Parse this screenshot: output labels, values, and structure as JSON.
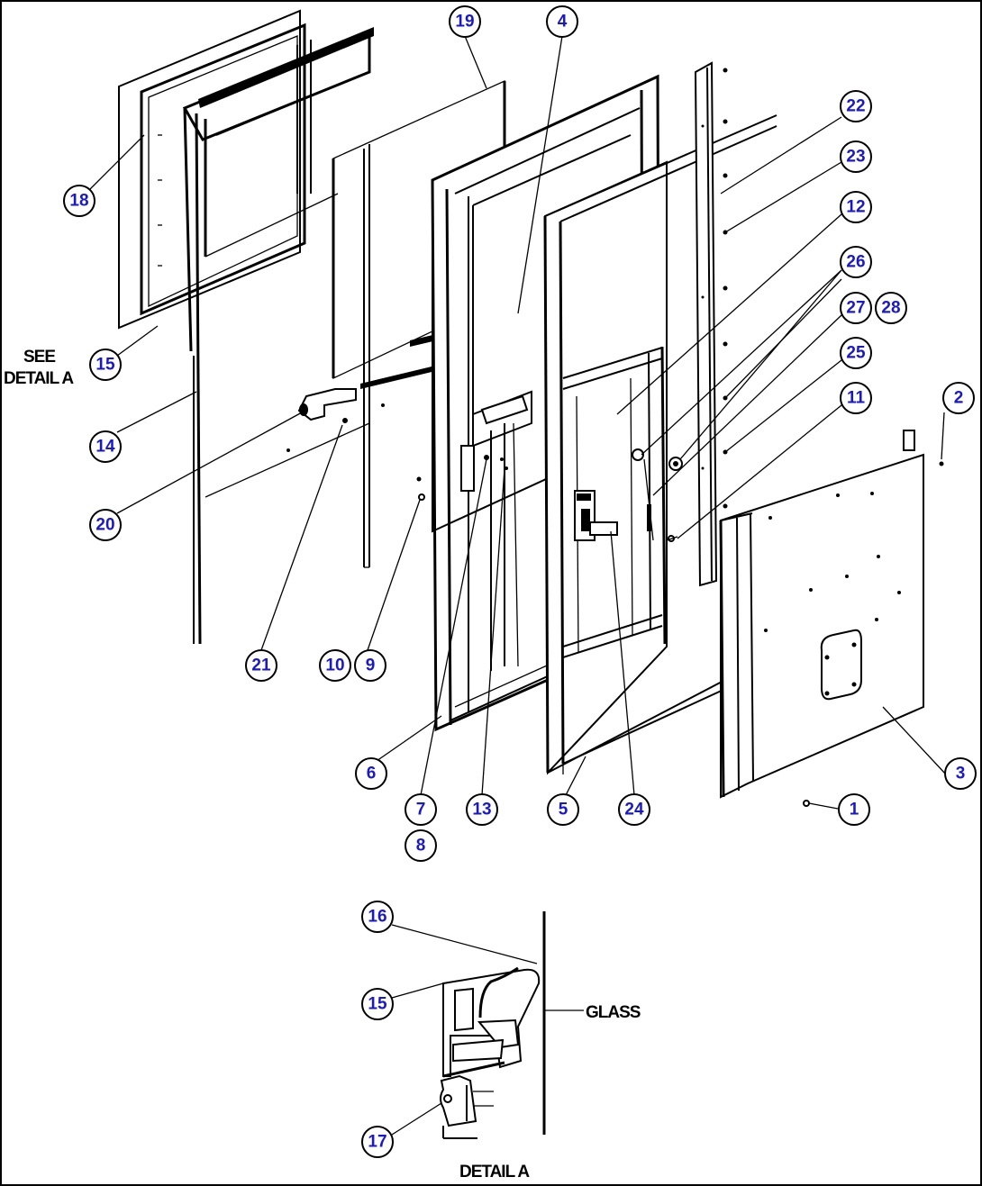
{
  "labels": {
    "see": "SEE",
    "detail_a_ref": "DETAIL A",
    "glass": "GLASS",
    "detail_a_title": "DETAIL A"
  },
  "callouts": [
    "19",
    "4",
    "22",
    "23",
    "12",
    "26",
    "27",
    "28",
    "25",
    "11",
    "2",
    "3",
    "1",
    "5",
    "24",
    "13",
    "7",
    "8",
    "6",
    "21",
    "10",
    "9",
    "20",
    "14",
    "15",
    "18",
    "16",
    "15",
    "17"
  ]
}
